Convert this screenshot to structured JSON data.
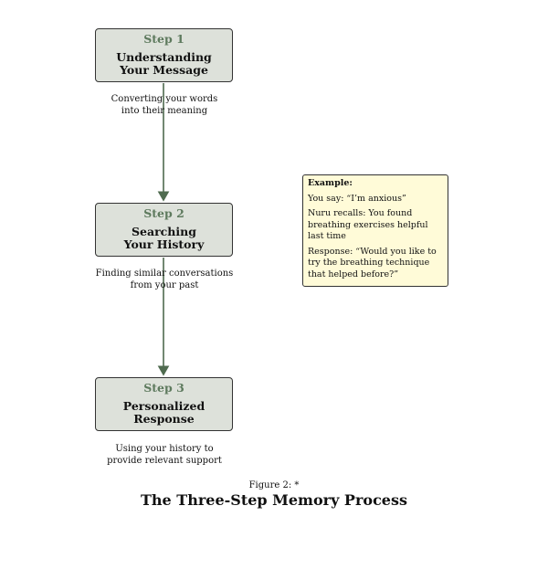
{
  "steps": [
    {
      "number": "Step 1",
      "title_line1": "Understanding",
      "title_line2": "Your Message",
      "desc_line1": "Converting your words",
      "desc_line2": "into their meaning"
    },
    {
      "number": "Step 2",
      "title_line1": "Searching",
      "title_line2": "Your History",
      "desc_line1": "Finding similar conversations",
      "desc_line2": "from your past"
    },
    {
      "number": "Step 3",
      "title_line1": "Personalized",
      "title_line2": "Response",
      "desc_line1": "Using your history to",
      "desc_line2": "provide relevant support"
    }
  ],
  "example": {
    "title": "Example:",
    "lines": [
      "You say: “I’m anxious”",
      "Nuru recalls: You found breathing exercises helpful last time",
      "Response: “Would you like to try the breathing technique that helped before?”"
    ]
  },
  "caption": {
    "label": "Figure 2: *",
    "title": "The Three-Step Memory Process"
  },
  "colors": {
    "box_fill": "#dde1da",
    "step_number": "#5e7a5e",
    "arrow": "#4f6b4f",
    "example_fill": "#fffbd8"
  }
}
